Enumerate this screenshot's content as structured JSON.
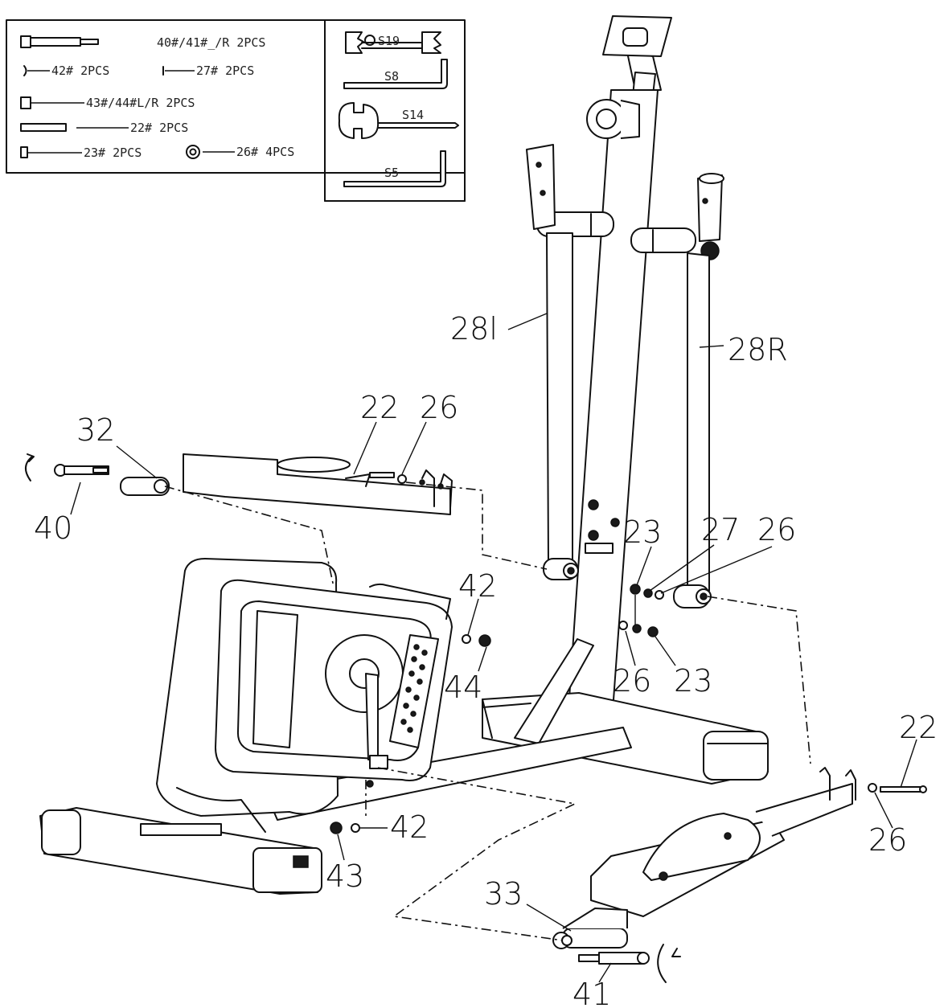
{
  "hardware_box": {
    "rows": [
      {
        "text": "40#/41#_/R  2PCS"
      },
      {
        "text": "42#  2PCS"
      },
      {
        "text": "27#  2PCS"
      },
      {
        "text": "43#/44#L/R  2PCS"
      },
      {
        "text": "22#  2PCS"
      },
      {
        "text": "23#  2PCS"
      },
      {
        "text": "26#  4PCS"
      }
    ]
  },
  "tools_box": {
    "tools": [
      {
        "label": "S19"
      },
      {
        "label": "S8"
      },
      {
        "label": "S14"
      },
      {
        "label": "S5"
      }
    ]
  },
  "callouts": [
    {
      "label": "32"
    },
    {
      "label": "40"
    },
    {
      "label": "22"
    },
    {
      "label": "26"
    },
    {
      "label": "28L"
    },
    {
      "label": "28R"
    },
    {
      "label": "23"
    },
    {
      "label": "27"
    },
    {
      "label": "26"
    },
    {
      "label": "42"
    },
    {
      "label": "44"
    },
    {
      "label": "26"
    },
    {
      "label": "23"
    },
    {
      "label": "42"
    },
    {
      "label": "43"
    },
    {
      "label": "22"
    },
    {
      "label": "26"
    },
    {
      "label": "33"
    },
    {
      "label": "41"
    }
  ],
  "callout_labels_raw": {
    "28L_printed": "28l"
  }
}
